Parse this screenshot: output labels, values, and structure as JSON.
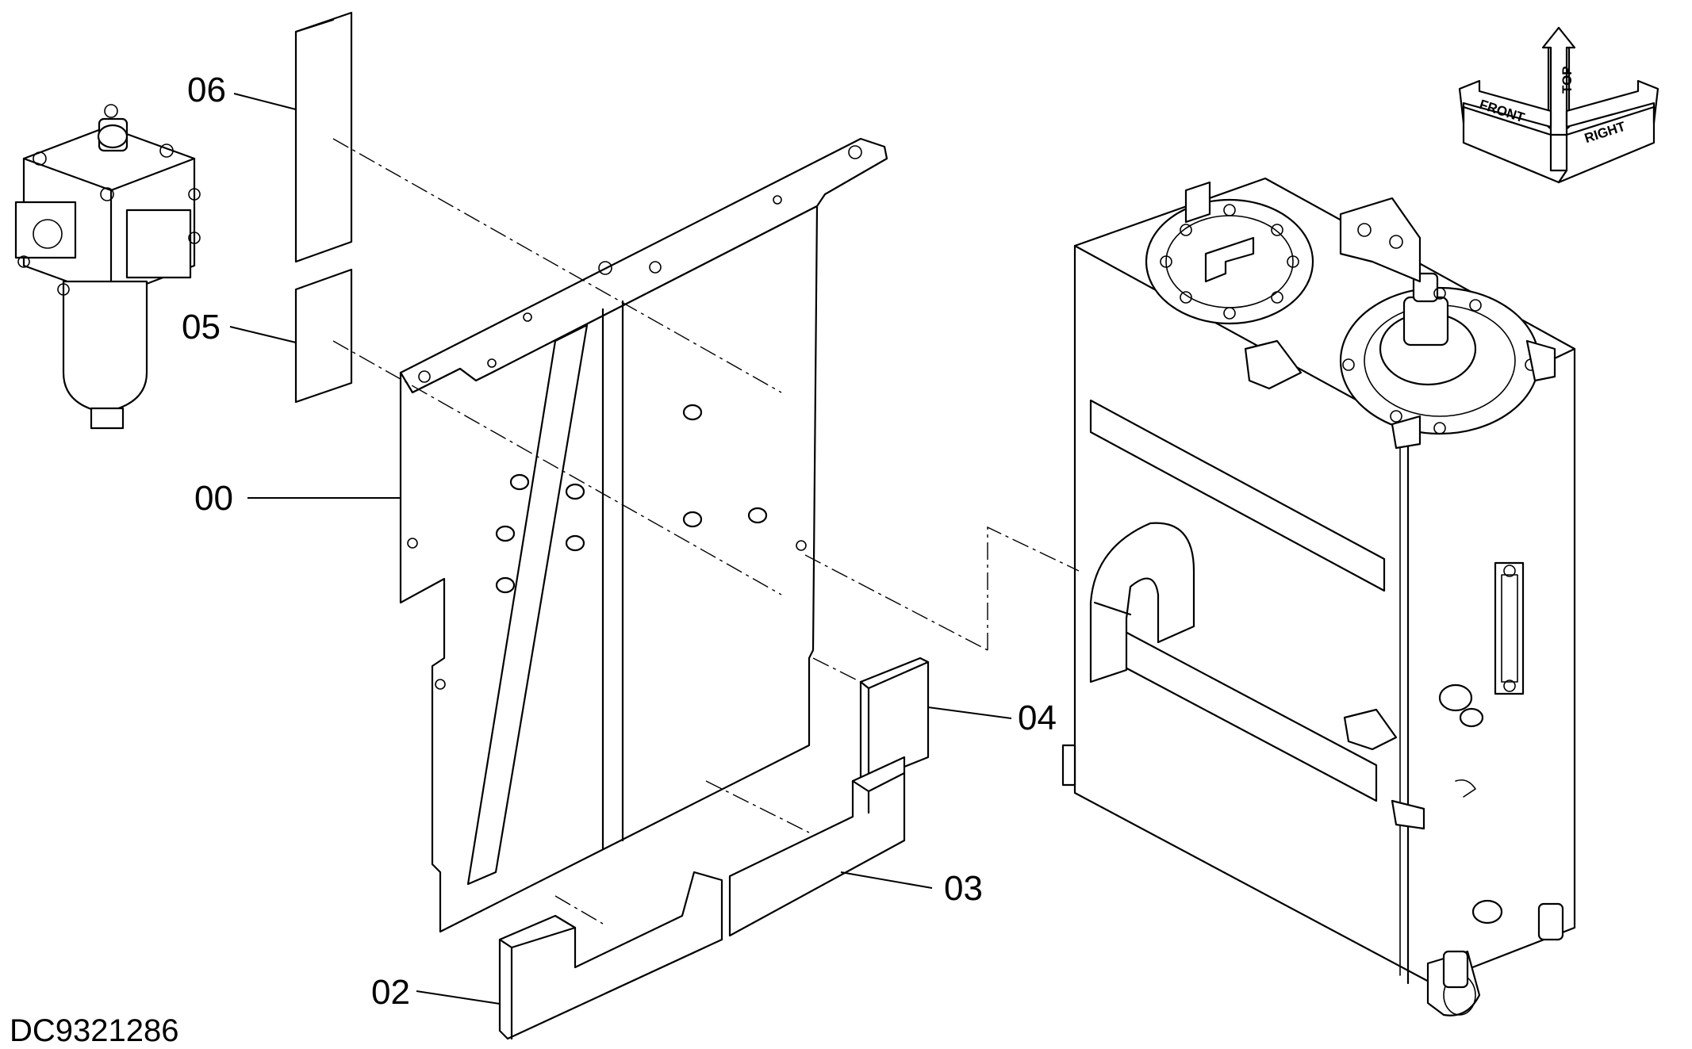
{
  "drawing": {
    "code": "DC9321286"
  },
  "callouts": [
    {
      "id": "06",
      "text": "06"
    },
    {
      "id": "05",
      "text": "05"
    },
    {
      "id": "00",
      "text": "00"
    },
    {
      "id": "04",
      "text": "04"
    },
    {
      "id": "03",
      "text": "03"
    },
    {
      "id": "02",
      "text": "02"
    }
  ],
  "orientation": {
    "front": "FRONT",
    "top": "TOP",
    "right": "RIGHT"
  }
}
